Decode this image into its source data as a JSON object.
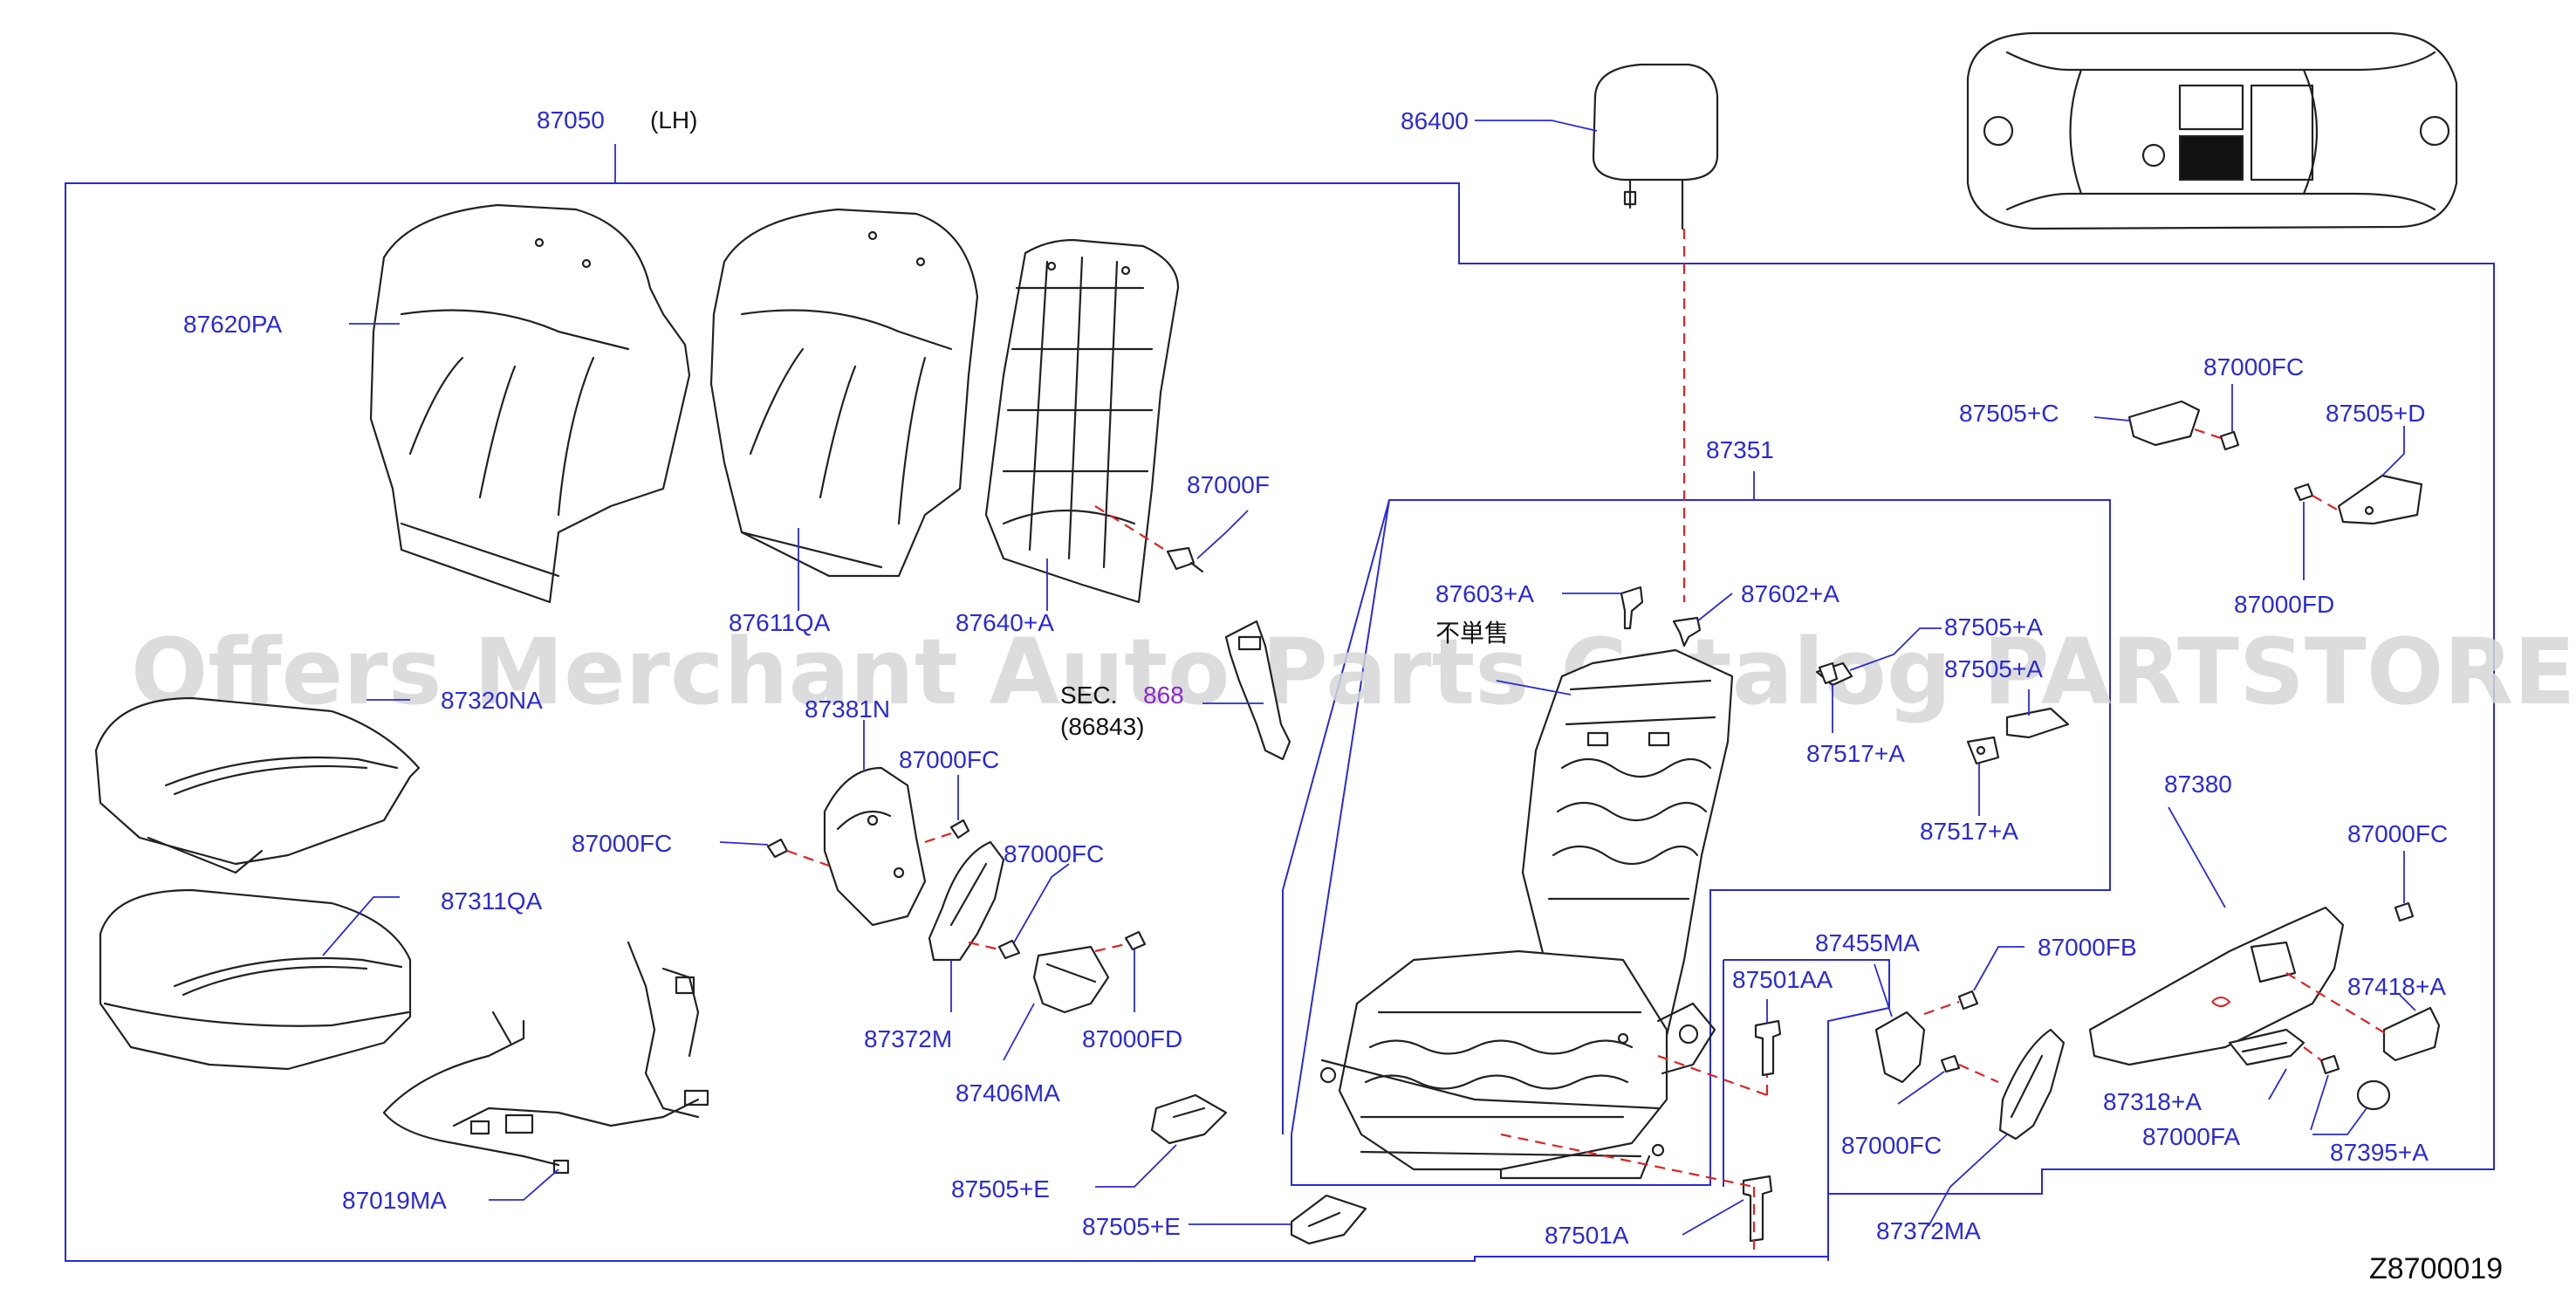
{
  "diagram": {
    "assembly_label": "87050",
    "assembly_side": "(LH)",
    "note_not_sold": "不単售",
    "sec_label": "SEC.",
    "sec_ref": "868",
    "sec_sub": "(86843)",
    "diagram_code": "Z8700019",
    "watermark": "Offers Merchant Auto Parts Catalog PARTSTORE.SA",
    "parts": {
      "p86400": "86400",
      "p87620PA": "87620PA",
      "p87611QA": "87611QA",
      "p87640A": "87640+A",
      "p87000F": "87000F",
      "p87320NA": "87320NA",
      "p87311QA": "87311QA",
      "p87019MA": "87019MA",
      "p87381N": "87381N",
      "p87000FC_a": "87000FC",
      "p87000FC_b": "87000FC",
      "p87000FC_c": "87000FC",
      "p87372M": "87372M",
      "p87406MA": "87406MA",
      "p87000FD_a": "87000FD",
      "p87505E_a": "87505+E",
      "p87505E_b": "87505+E",
      "p87351": "87351",
      "p87603A": "87603+A",
      "p87602A": "87602+A",
      "p87505A_a": "87505+A",
      "p87505A_b": "87505+A",
      "p87517A_a": "87517+A",
      "p87517A_b": "87517+A",
      "p87000FC_d": "87000FC",
      "p87505C": "87505+C",
      "p87505D": "87505+D",
      "p87000FD_b": "87000FD",
      "p87380": "87380",
      "p87000FC_e": "87000FC",
      "p87418A": "87418+A",
      "p87318A": "87318+A",
      "p87000FA": "87000FA",
      "p87395A": "87395+A",
      "p87455MA": "87455MA",
      "p87000FB": "87000FB",
      "p87000FC_f": "87000FC",
      "p87372MA": "87372MA",
      "p87501AA": "87501AA",
      "p87501A": "87501A"
    }
  }
}
